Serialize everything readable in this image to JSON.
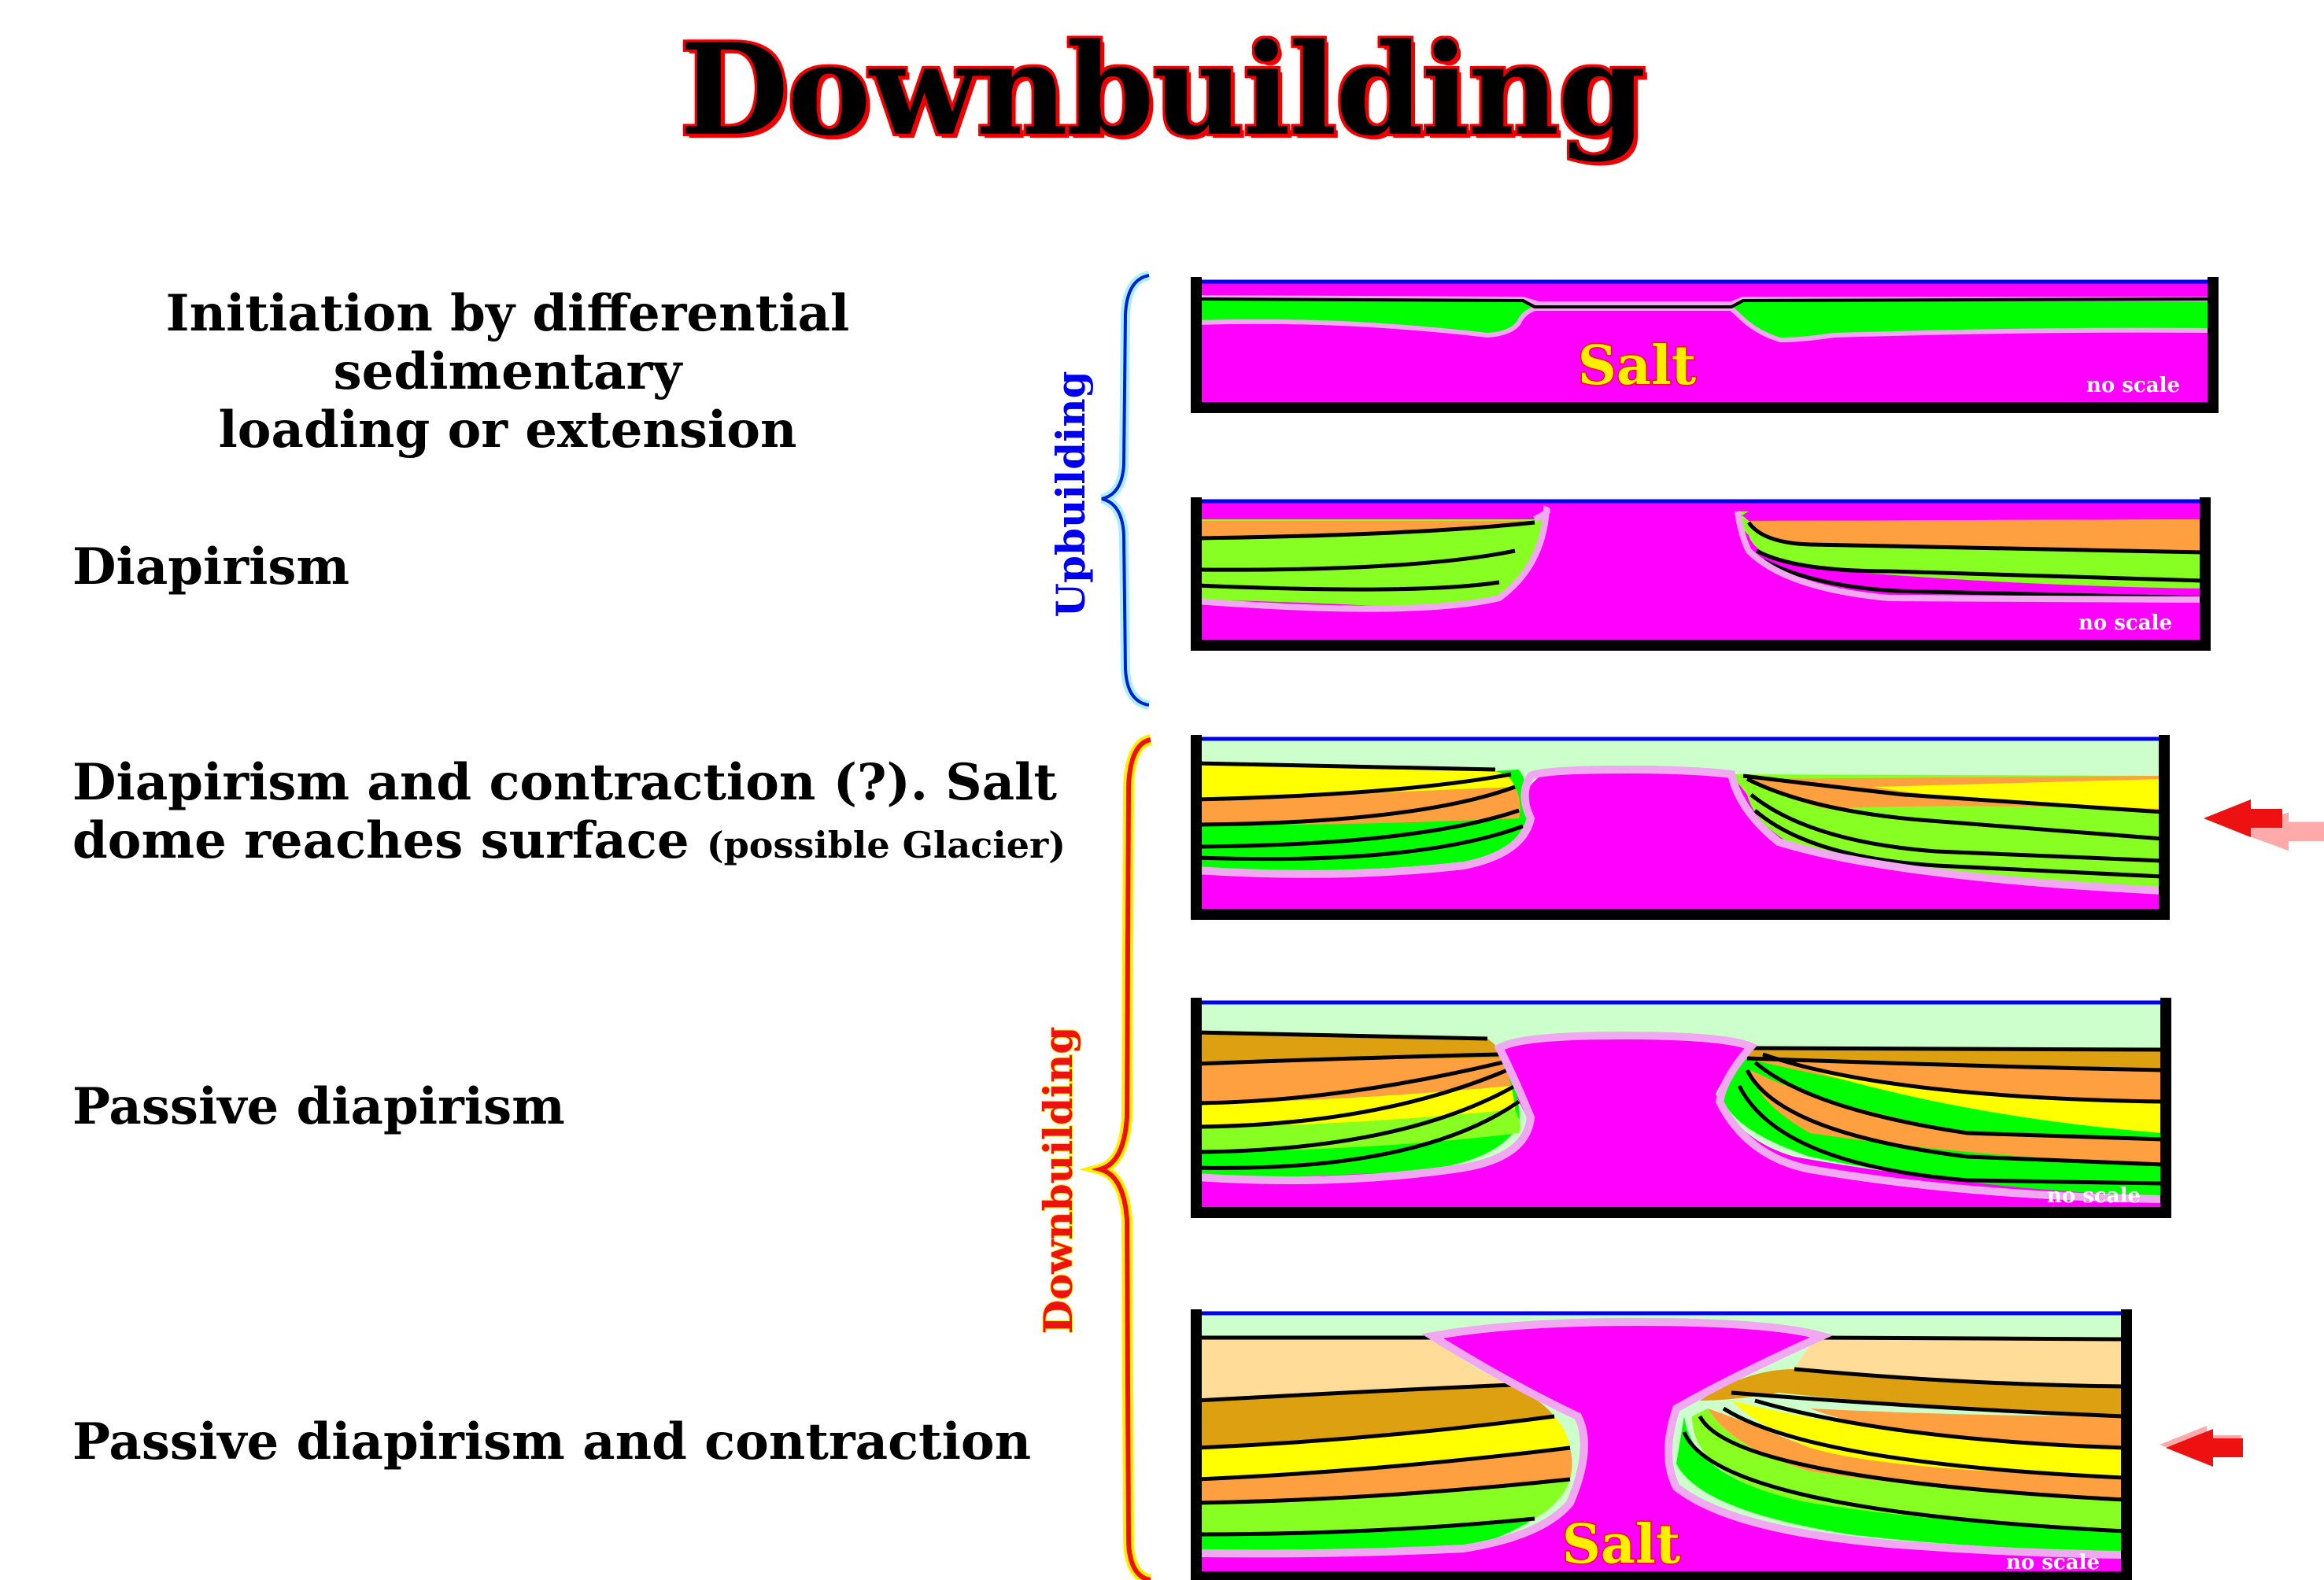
{
  "title": "Downbuilding",
  "stages": [
    {
      "line1": "Initiation by differential sedimentary",
      "line2": "loading or extension"
    },
    {
      "line1": "Diapirism"
    },
    {
      "line1": "Diapirism and contraction (?). Salt",
      "line2": "dome reaches surface",
      "note": "(possible Glacier)"
    },
    {
      "line1": "Passive diapirism"
    },
    {
      "line1": "Passive diapirism and contraction"
    }
  ],
  "brackets": {
    "upper": "Upbuilding",
    "lower": "Downbuilding"
  },
  "salt_label": "Salt",
  "scale_note": "no scale",
  "colors": {
    "salt": "#ff00ff",
    "green": "#00ff00",
    "lime": "#88ff22",
    "orange": "#ffa040",
    "yellow": "#ffff00",
    "brown": "#dda010",
    "tan": "#ffdd99",
    "sea": "#ccffcc",
    "water_line": "#0000ee",
    "arrow": "#ee1111"
  }
}
